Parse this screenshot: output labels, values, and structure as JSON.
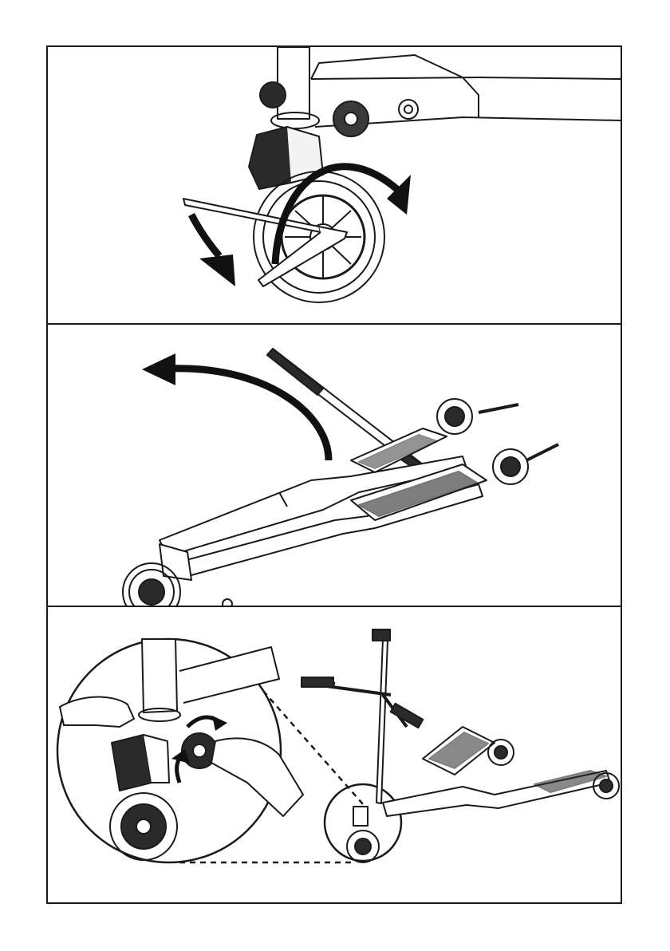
{
  "page": {
    "panels": [
      {
        "id": "step-1",
        "caption": ""
      },
      {
        "id": "step-2",
        "caption": ""
      },
      {
        "id": "step-3",
        "caption": ""
      }
    ]
  },
  "illustration": {
    "line_color": "#1a1a1a",
    "arrow_color": "#111111",
    "background": "#ffffff"
  },
  "icons": [
    "curved-arrow-icon",
    "hex-key-icon",
    "wheel-icon",
    "hand-icon"
  ]
}
